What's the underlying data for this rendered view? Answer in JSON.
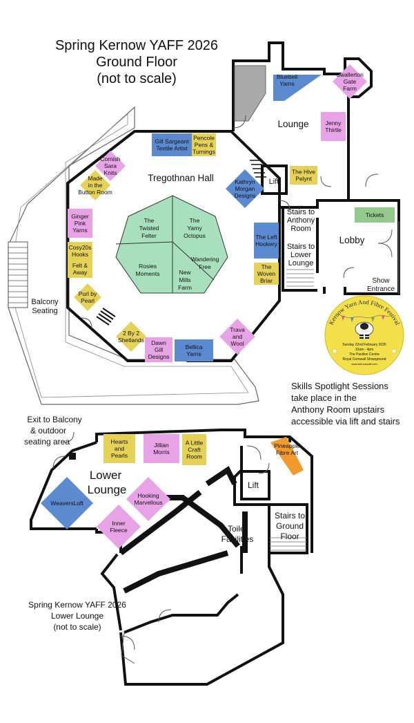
{
  "ground_floor": {
    "title_lines": [
      "Spring Kernow YAFF 2026",
      "Ground Floor",
      "(not to scale)"
    ],
    "rooms": {
      "hall": "Tregothnan Hall",
      "lounge": "Lounge",
      "lift": "Lift",
      "stairs_anthony": [
        "Stairs to",
        "Anthony",
        "Room"
      ],
      "stairs_lower": [
        "Stairs to",
        "Lower",
        "Lounge"
      ],
      "lobby": "Lobby",
      "show_entrance": [
        "Show",
        "Entrance"
      ],
      "balcony": [
        "Balcony",
        "Seating"
      ]
    },
    "stalls": [
      {
        "key": "gill",
        "lines": [
          "Gill Sargeant",
          "Textile Artist"
        ],
        "color": "#5b8ad0"
      },
      {
        "key": "pencole",
        "lines": [
          "Pencole",
          "Pens &",
          "Turnings"
        ],
        "color": "#e6d256"
      },
      {
        "key": "bluebell",
        "lines": [
          "Bluebell",
          "Yarns"
        ],
        "color": "#5b8ad0"
      },
      {
        "key": "swallerton",
        "lines": [
          "Swallerton",
          "Gate",
          "Farm"
        ],
        "color": "#e8a2e6"
      },
      {
        "key": "jenny",
        "lines": [
          "Jenny",
          "Thirtle"
        ],
        "color": "#e8a2e6"
      },
      {
        "key": "cornish",
        "lines": [
          "Cornish",
          "Sara",
          "Knits"
        ],
        "color": "#e8a2e6"
      },
      {
        "key": "button",
        "lines": [
          "Made",
          "in the",
          "Button Room"
        ],
        "color": "#e6d256"
      },
      {
        "key": "kathryn",
        "lines": [
          "Kathryn",
          "Morgan",
          "Designs"
        ],
        "color": "#5b8ad0"
      },
      {
        "key": "hive",
        "lines": [
          "The Hive",
          "Pelynt"
        ],
        "color": "#e6d256"
      },
      {
        "key": "ginger",
        "lines": [
          "Ginger",
          "Pink",
          "Yarns"
        ],
        "color": "#e8a2e6"
      },
      {
        "key": "cosy",
        "lines": [
          "Cosy20s",
          "Hooks"
        ],
        "color": "#e6d256"
      },
      {
        "key": "felt",
        "lines": [
          "Felt &",
          "Away"
        ],
        "color": "#e6d256"
      },
      {
        "key": "purl",
        "lines": [
          "Purl by",
          "Pearl"
        ],
        "color": "#e6d256"
      },
      {
        "key": "lefthookery",
        "lines": [
          "The Left",
          "Hookery"
        ],
        "color": "#5b8ad0"
      },
      {
        "key": "woven",
        "lines": [
          "The",
          "Woven",
          "Briar"
        ],
        "color": "#e6d256"
      },
      {
        "key": "tickets",
        "lines": [
          "Tickets"
        ],
        "color": "#93c98c"
      },
      {
        "key": "twobytwo",
        "lines": [
          "2 By 2",
          "Shetlands"
        ],
        "color": "#e6d256"
      },
      {
        "key": "dawn",
        "lines": [
          "Dawn",
          "Gill",
          "Designs"
        ],
        "color": "#e8a2e6"
      },
      {
        "key": "bellica",
        "lines": [
          "Bellica",
          "Yarns"
        ],
        "color": "#5b8ad0"
      },
      {
        "key": "trava",
        "lines": [
          "Trava",
          "and",
          "Wool"
        ],
        "color": "#e8a2e6"
      }
    ],
    "centre_stand": {
      "color": "#a8e0bd",
      "sections": [
        {
          "key": "twisted",
          "lines": [
            "The",
            "Twisted",
            "Felter"
          ]
        },
        {
          "key": "yarny",
          "lines": [
            "The",
            "Yarny",
            "Octopus"
          ]
        },
        {
          "key": "rosies",
          "lines": [
            "Rosies",
            "Moments"
          ]
        },
        {
          "key": "newmills",
          "lines": [
            "New",
            "Mills",
            "Farm"
          ]
        },
        {
          "key": "wandering",
          "lines": [
            "Wandering",
            "Free"
          ]
        }
      ]
    },
    "note_lines": [
      "Skills Spotlight Sessions",
      "take place in the",
      "Anthony Room upstairs",
      "accessible via lift and stairs"
    ],
    "logo": {
      "arc_text": "Kernow Yarn And Fibre Festival",
      "lines": [
        "Sunday 22nd February 2026",
        "10am - 4pm",
        "The Pavilion Centre",
        "Royal Cornwall Showground",
        "www.kernowyaff.com"
      ],
      "color": "#f3e04a"
    }
  },
  "lower_lounge": {
    "title_lines": [
      "Spring Kernow YAFF 2026",
      "Lower Lounge",
      "(not to scale)"
    ],
    "rooms": {
      "lower_lounge": [
        "Lower",
        "Lounge"
      ],
      "exit": [
        "Exit to Balcony",
        "& outdoor",
        "seating area"
      ],
      "lift": "Lift",
      "stairs_ground": [
        "Stairs to",
        "Ground",
        "Floor"
      ],
      "toilets": [
        "Toilet",
        "Facilities"
      ]
    },
    "stalls": [
      {
        "key": "hearts",
        "lines": [
          "Hearts",
          "and",
          "Pearls"
        ],
        "color": "#e6d256"
      },
      {
        "key": "jillian",
        "lines": [
          "Jillian",
          "Morris"
        ],
        "color": "#e8a2e6"
      },
      {
        "key": "craftroom",
        "lines": [
          "A Little",
          "Craft",
          "Room"
        ],
        "color": "#e6d256"
      },
      {
        "key": "pineapple",
        "lines": [
          "Pineapple",
          "Fibre Art"
        ],
        "color": "#f29a2e"
      },
      {
        "key": "weavers",
        "lines": [
          "WeaversLoft"
        ],
        "color": "#5b8ad0"
      },
      {
        "key": "hooking",
        "lines": [
          "Hooking",
          "Marvellous"
        ],
        "color": "#e8a2e6"
      },
      {
        "key": "inner",
        "lines": [
          "Inner",
          "Fleece"
        ],
        "color": "#e8a2e6"
      }
    ]
  }
}
